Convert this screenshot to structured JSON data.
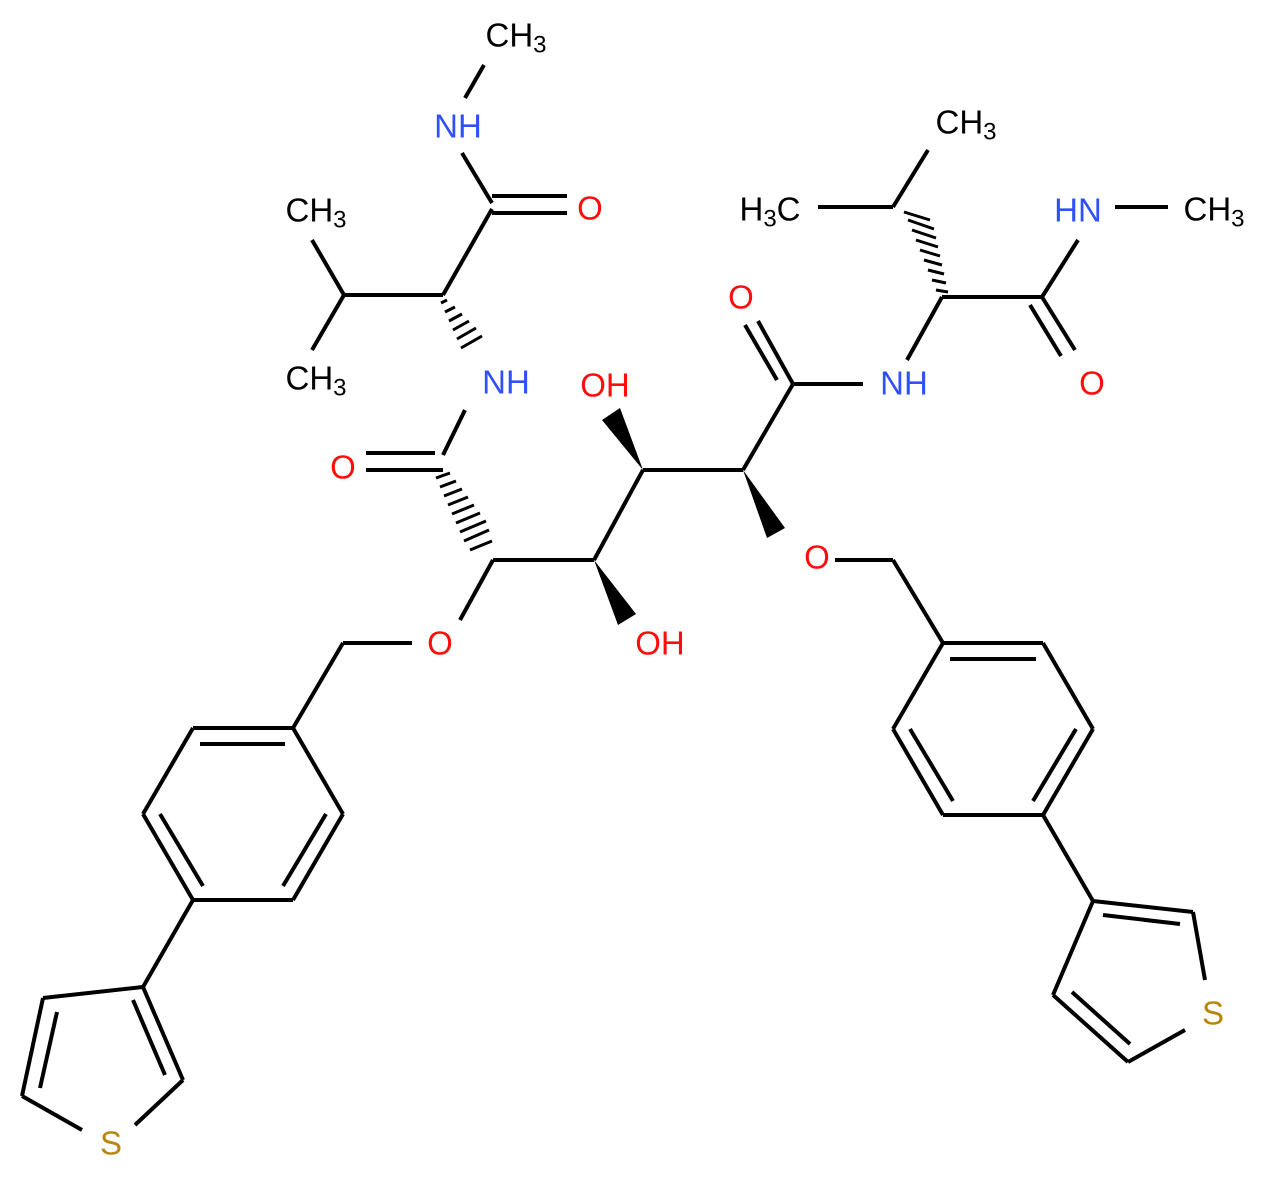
{
  "diagram": {
    "type": "chemical-structure",
    "colors": {
      "carbon": "#000000",
      "nitrogen": "#3050F8",
      "oxygen": "#FF0D0D",
      "sulfur": "#B8860B"
    },
    "labels": {
      "ch3_top": "CH",
      "ch3_top_sub": "3",
      "nh_top": "NH",
      "o_top_left": "O",
      "ch3_left_upper": "CH",
      "ch3_left_upper_sub": "3",
      "ch3_left_lower": "CH",
      "ch3_left_lower_sub": "3",
      "nh_left": "NH",
      "o_left_amide": "O",
      "oh_top": "OH",
      "oh_bottom": "OH",
      "o_ether_left": "O",
      "o_ether_right": "O",
      "o_right_amide": "O",
      "nh_right": "NH",
      "ch3_right_top": "CH",
      "ch3_right_top_sub": "3",
      "h3c_right": "C",
      "h3c_right_pre": "H",
      "h3c_right_sub": "3",
      "hn_right": "HN",
      "ch3_far_right": "CH",
      "ch3_far_right_sub": "3",
      "o_right_terminal": "O",
      "s_left": "S",
      "s_right": "S"
    }
  }
}
